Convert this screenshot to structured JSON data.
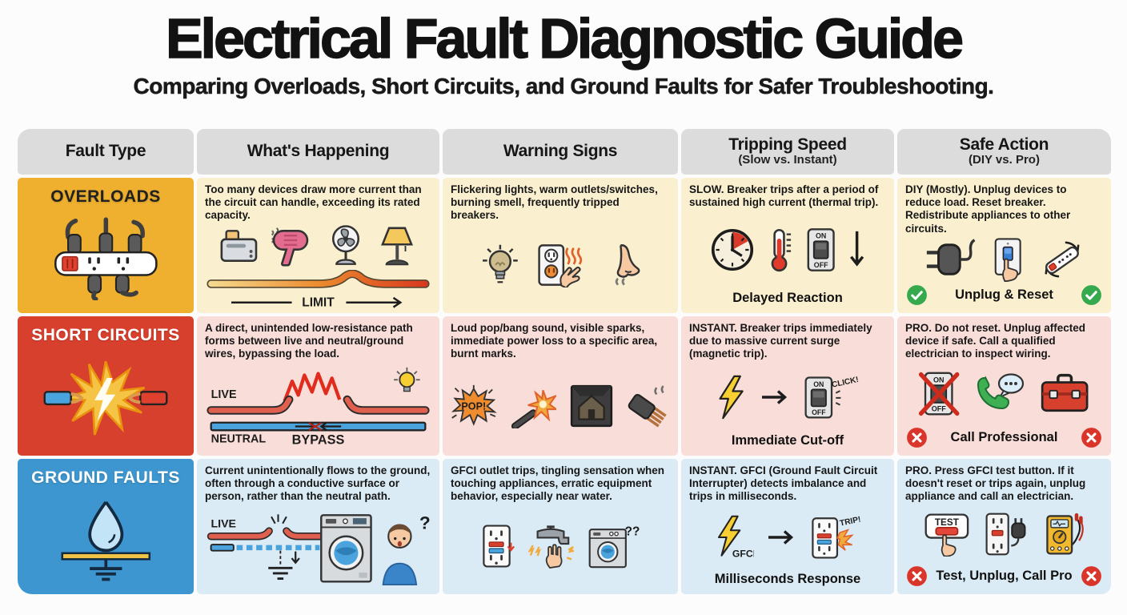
{
  "page": {
    "title": "Electrical Fault Diagnostic Guide",
    "subtitle": "Comparing Overloads, Short Circuits, and Ground Faults for Safer Troubleshooting."
  },
  "colors": {
    "page_bg": "#FCFCFC",
    "header_bg": "#DCDCDC",
    "check_green": "#35A94D",
    "cross_red": "#DA352A"
  },
  "labels": {
    "on": "ON",
    "off": "OFF",
    "click": "CLICK!",
    "trip": "TRIP!",
    "test": "TEST",
    "gfci": "GFCI",
    "live": "LIVE",
    "neutral": "NEUTRAL",
    "bypass": "BYPASS",
    "limit": "LIMIT",
    "pop": "POP!",
    "q": "?",
    "qq": "??"
  },
  "table": {
    "headers": [
      {
        "label": "Fault Type",
        "sub": ""
      },
      {
        "label": "What's Happening",
        "sub": ""
      },
      {
        "label": "Warning Signs",
        "sub": ""
      },
      {
        "label": "Tripping Speed",
        "sub": "(Slow vs. Instant)"
      },
      {
        "label": "Safe Action",
        "sub": "(DIY vs. Pro)"
      }
    ],
    "rows": [
      {
        "name": "OVERLOADS",
        "icon": "fault-overloads-icon",
        "colors": {
          "accent": "#EFB02F",
          "tint": "#FAF0D0",
          "label": "#212121"
        },
        "happening": {
          "text": "Too many devices draw more current than the circuit can handle, exceeding its rated capacity.",
          "icons": [
            "toaster-icon",
            "hair-dryer-icon",
            "fan-icon",
            "lamp-icon"
          ],
          "diagram_label": "LIMIT"
        },
        "warning": {
          "text": "Flickering lights, warm outlets/switches, burning smell, frequently tripped breakers.",
          "icons": [
            "flickering-bulb-icon",
            "warm-outlet-hand-icon",
            "nose-smell-icon"
          ]
        },
        "tripping": {
          "lead": "SLOW.",
          "text": "Breaker trips after a period of sustained high current (thermal trip).",
          "icons": [
            "clock-icon",
            "thermometer-icon",
            "breaker-switch-icon",
            "down-arrow-icon"
          ],
          "caption": "Delayed Reaction"
        },
        "action": {
          "lead": "DIY (Mostly).",
          "text": "Unplug devices to reduce load. Reset breaker. Redistribute appliances to other circuits.",
          "icons": [
            "plug-icon",
            "reset-breaker-finger-icon",
            "power-strip-rotate-icon"
          ],
          "badge": "check-circle-icon",
          "caption": "Unplug & Reset"
        }
      },
      {
        "name": "SHORT CIRCUITS",
        "icon": "fault-short-icon",
        "colors": {
          "accent": "#D8402E",
          "tint": "#F9DDD8",
          "label": "#FFFFFF"
        },
        "happening": {
          "text": "A direct, unintended low-resistance path forms between live and neutral/ground wires, bypassing the load.",
          "diagram_labels": [
            "LIVE",
            "NEUTRAL",
            "BYPASS"
          ],
          "icons": [
            "live-wire",
            "spark-zigzag",
            "bulb-icon",
            "neutral-wire"
          ]
        },
        "warning": {
          "text": "Loud pop/bang sound, visible sparks, immediate power loss to a specific area, burnt marks.",
          "icons": [
            "pop-burst-icon",
            "spark-stick-icon",
            "dark-house-icon",
            "burnt-wire-icon"
          ]
        },
        "tripping": {
          "lead": "INSTANT.",
          "text": "Breaker trips immediately due to massive current surge (magnetic trip).",
          "icons": [
            "lightning-bolt-icon",
            "arrow-right-icon",
            "breaker-click-icon"
          ],
          "caption": "Immediate Cut-off"
        },
        "action": {
          "lead": "PRO.",
          "text": "Do not reset. Unplug affected device if safe. Call a qualified electrician to inspect wiring.",
          "icons": [
            "no-reset-switch-icon",
            "phone-call-icon",
            "toolbox-icon"
          ],
          "badge": "cross-circle-icon",
          "caption": "Call Professional"
        }
      },
      {
        "name": "GROUND FAULTS",
        "icon": "fault-ground-icon",
        "colors": {
          "accent": "#3D96CF",
          "tint": "#DAEBF5",
          "label": "#FFFFFF"
        },
        "happening": {
          "text": "Current unintentionally flows to the ground, often through a conductive surface or person, rather than the neutral path.",
          "diagram_labels": [
            "LIVE",
            "?"
          ],
          "icons": [
            "live-wire",
            "ground-symbol",
            "washing-machine-icon",
            "confused-person-icon"
          ]
        },
        "warning": {
          "text": "GFCI outlet trips, tingling sensation when touching appliances, erratic equipment behavior, especially near water.",
          "icons": [
            "gfci-outlet-icon",
            "faucet-hand-icon",
            "washer-question-icon"
          ]
        },
        "tripping": {
          "lead": "INSTANT.",
          "text": "GFCI (Ground Fault Circuit Interrupter) detects imbalance and trips in milliseconds.",
          "icons": [
            "bolt-gfci-icon",
            "arrow-right-icon",
            "gfci-trip-icon"
          ],
          "caption": "Milliseconds Response"
        },
        "action": {
          "lead": "PRO.",
          "text": "Press GFCI test button. If it doesn't reset or trips again, unplug appliance and call an electrician.",
          "icons": [
            "test-finger-icon",
            "outlet-plug-icon",
            "multimeter-icon"
          ],
          "badge": "cross-circle-icon",
          "caption": "Test, Unplug, Call Pro"
        }
      }
    ]
  }
}
